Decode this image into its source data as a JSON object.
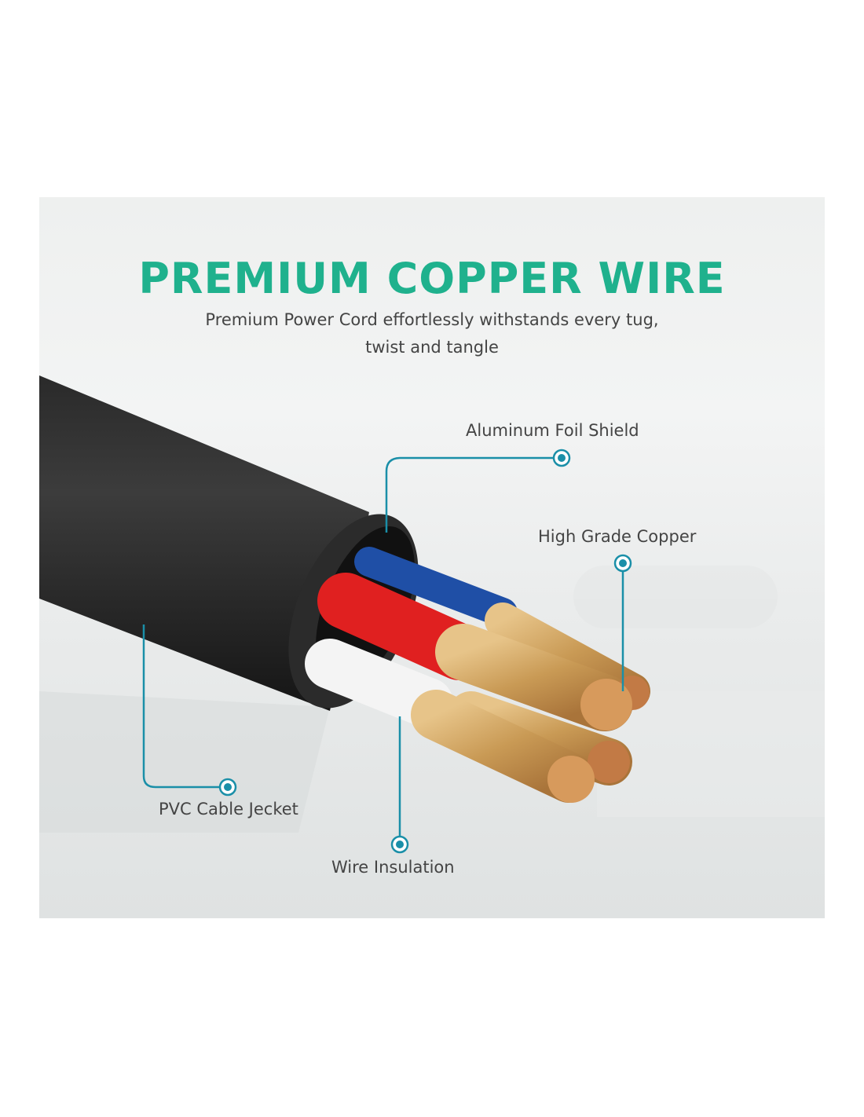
{
  "headline": "PREMIUM COPPER WIRE",
  "subtitle_line1": "Premium Power Cord effortlessly withstands every tug,",
  "subtitle_line2": "twist and tangle",
  "callouts": {
    "foil": "Aluminum Foil Shield",
    "copper": "High Grade Copper",
    "jacket": "PVC Cable Jecket",
    "insulation": "Wire Insulation"
  },
  "colors": {
    "headline": "#1fb18d",
    "callout_line": "#1a8fa8",
    "text": "#444444"
  }
}
